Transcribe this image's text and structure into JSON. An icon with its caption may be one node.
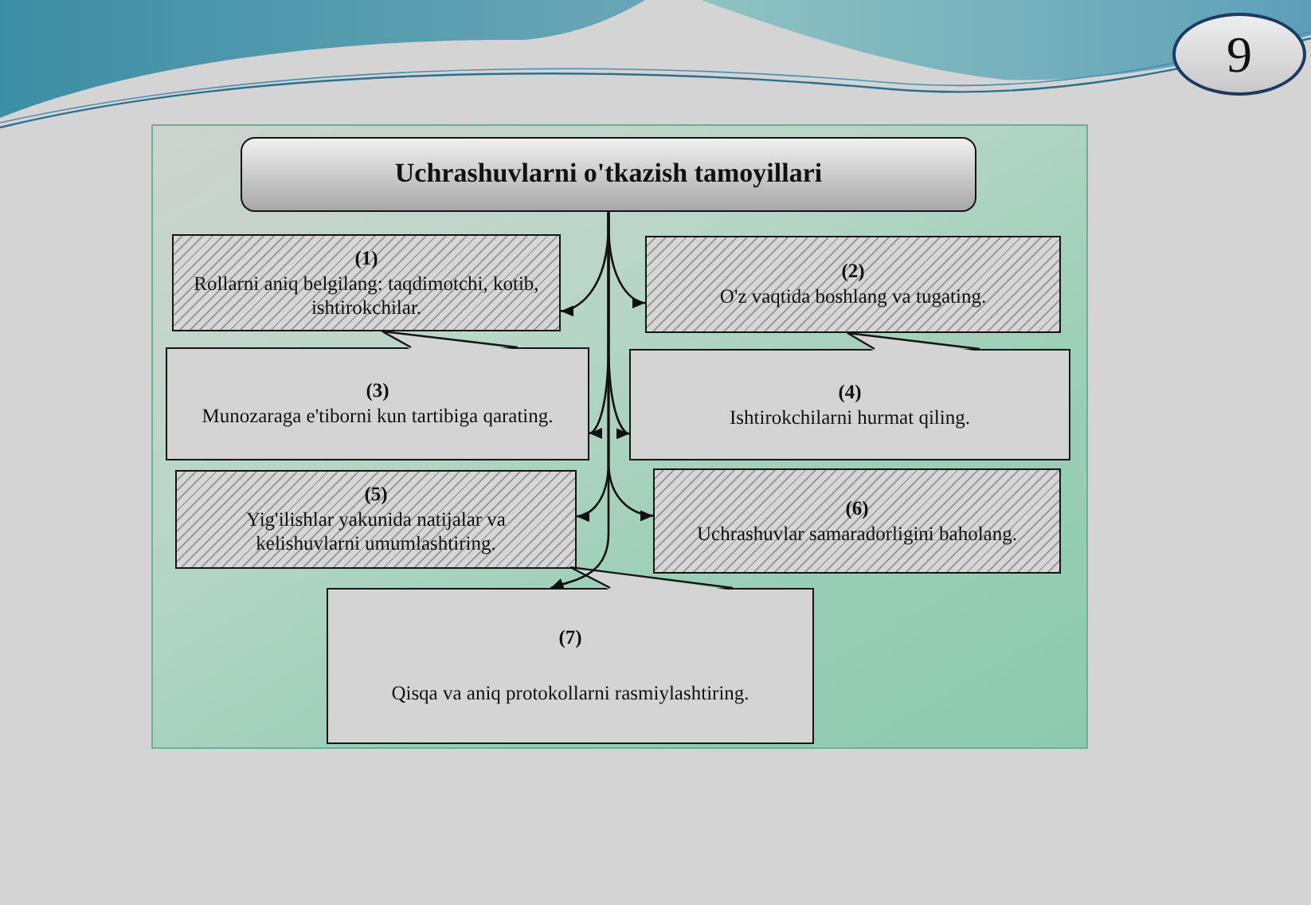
{
  "diagram": {
    "nodes": [
      {
        "text": [
          "Uchrashuvlarni o'tkazish tamoyillari"
        ]
      },
      {
        "text": [
          "(1)",
          "Rollarni aniq belgilang: taqdimotchi, kotib, ishtirokchilar."
        ]
      },
      {
        "text": [
          "(2)",
          "O'z vaqtida boshlang va tugating."
        ]
      },
      {
        "text": [
          "(3)",
          "Munozaraga e'tiborni kun tartibiga qarating."
        ]
      },
      {
        "text": [
          "(4)",
          "Ishtirokchilarni hurmat qiling."
        ]
      },
      {
        "text": [
          "(5)",
          "Yig'ilishlar yakunida natijalar va kelishuvlarni umumlashtiring."
        ]
      },
      {
        "text": [
          "(6)",
          "Uchrashuvlar samaradorligini baholang."
        ]
      },
      {
        "text": [
          "(7)",
          "Qisqa va aniq protokollarni rasmiylashtiring."
        ]
      }
    ],
    "edges": [
      {
        "from": 0,
        "to": 1,
        "arrow": "to"
      },
      {
        "from": 0,
        "to": 2,
        "arrow": "to"
      },
      {
        "from": 0,
        "to": 3,
        "arrow": "to"
      },
      {
        "from": 0,
        "to": 4,
        "arrow": "to"
      },
      {
        "from": 0,
        "to": 5,
        "arrow": "to"
      },
      {
        "from": 0,
        "to": 6,
        "arrow": "to"
      },
      {
        "from": 0,
        "to": 7,
        "arrow": "to"
      }
    ],
    "labels": [
      "9"
    ]
  }
}
